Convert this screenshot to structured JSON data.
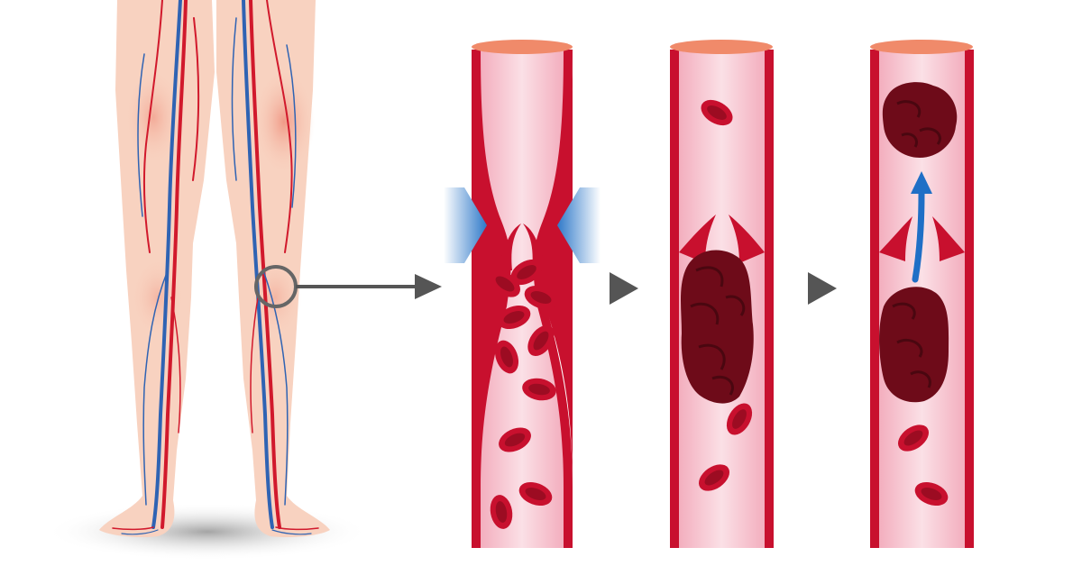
{
  "colors": {
    "background": "#ffffff",
    "skin": "#f8d2c0",
    "skin_glow": "#f0a38f",
    "artery": "#d1192c",
    "vein": "#2f63b3",
    "vessel_wall": "#c8102e",
    "vessel_lumen": "#f6c4cf",
    "vessel_cap": "#f08a6a",
    "red_cell": "#c8102e",
    "red_cell_dark": "#8f0b20",
    "clot": "#6e0b19",
    "clot_dark": "#4a0710",
    "pointer": "#555555",
    "pressure_arrow": "#2f79c9",
    "flow_arrow": "#1f6fc6"
  },
  "stages": [
    {
      "id": "compression",
      "pressure_arrows": true,
      "has_clot": false,
      "embolus": false
    },
    {
      "id": "thrombus",
      "pressure_arrows": false,
      "has_clot": true,
      "embolus": false
    },
    {
      "id": "embolus",
      "pressure_arrows": false,
      "has_clot": true,
      "embolus": true
    }
  ],
  "icons": [
    "magnifier-circle-icon",
    "arrow-right-icon",
    "play-triangle-icon",
    "arrow-up-icon"
  ]
}
